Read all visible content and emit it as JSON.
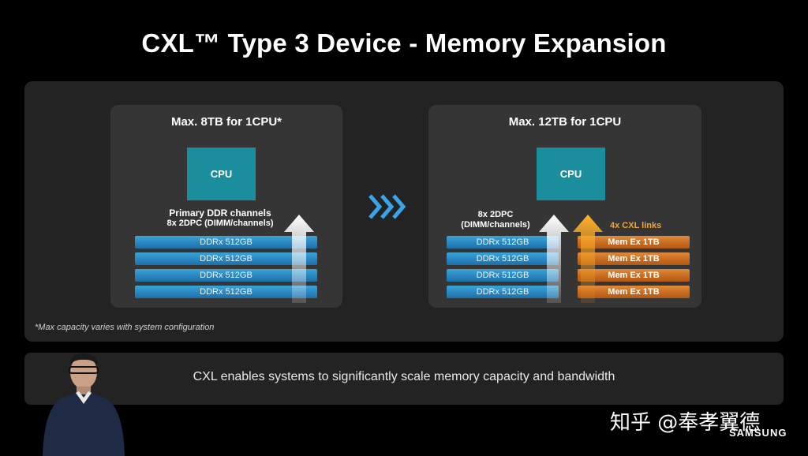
{
  "title": "CXL™ Type 3 Device - Memory Expansion",
  "footnote": "*Max capacity varies with system configuration",
  "left": {
    "title": "Max. 8TB for 1CPU*",
    "cpu": "CPU",
    "channel_label_1": "Primary DDR channels",
    "channel_label_2": "8x 2DPC (DIMM/channels)",
    "ddr": [
      "DDRx 512GB",
      "DDRx 512GB",
      "DDRx 512GB",
      "DDRx 512GB"
    ]
  },
  "right": {
    "title": "Max. 12TB for 1CPU",
    "cpu": "CPU",
    "channel_label_1": "8x 2DPC",
    "channel_label_2": "(DIMM/channels)",
    "cxl_label": "4x CXL links",
    "ddr": [
      "DDRx 512GB",
      "DDRx 512GB",
      "DDRx 512GB",
      "DDRx 512GB"
    ],
    "memex": [
      "Mem Ex 1TB",
      "Mem Ex 1TB",
      "Mem Ex 1TB",
      "Mem Ex 1TB"
    ]
  },
  "bottom": "CXL enables systems to significantly scale memory capacity and bandwidth",
  "watermark": "知乎 @奉孝翼德",
  "brand": "SAMSUNG",
  "colors": {
    "cpu": "#1b8e9e",
    "ddr": "#2a86c0",
    "memex": "#c96b1f",
    "cxl_label": "#f1a43a",
    "arrows": "#3aa4e8"
  }
}
